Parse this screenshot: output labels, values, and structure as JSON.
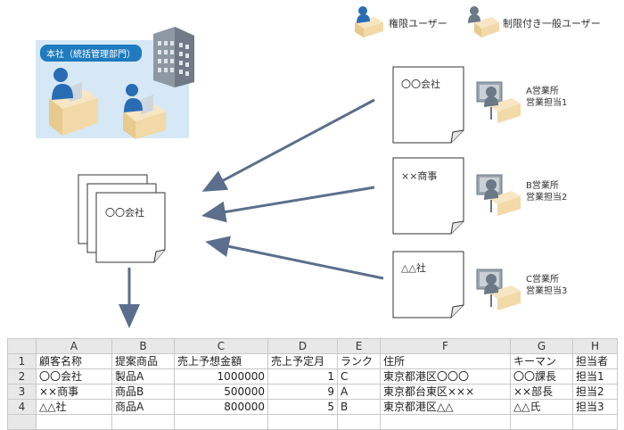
{
  "legend": {
    "privileged_user": "権限ユーザー",
    "restricted_user": "制限付き一般ユーザー"
  },
  "headquarters": {
    "label": "本社（統括管理部門）"
  },
  "consolidated_doc": {
    "text": "〇〇会社"
  },
  "branches": [
    {
      "doc": "〇〇会社",
      "office": "A営業所",
      "person": "営業担当1"
    },
    {
      "doc": "××商事",
      "office": "B営業所",
      "person": "営業担当2"
    },
    {
      "doc": "△△社",
      "office": "C営業所",
      "person": "営業担当3"
    }
  ],
  "spreadsheet": {
    "columns": [
      "A",
      "B",
      "C",
      "D",
      "E",
      "F",
      "G",
      "H"
    ],
    "header_row": {
      "num": "1",
      "cells": [
        "顧客名称",
        "提案商品",
        "売上予想金額",
        "売上予定月",
        "ランク",
        "住所",
        "キーマン",
        "担当者"
      ]
    },
    "rows": [
      {
        "num": "2",
        "cells": [
          "〇〇会社",
          "製品A",
          "1000000",
          "1",
          "C",
          "東京都港区〇〇〇",
          "〇〇課長",
          "担当1"
        ]
      },
      {
        "num": "3",
        "cells": [
          "××商事",
          "商品B",
          "500000",
          "9",
          "A",
          "東京都台東区×××",
          "××部長",
          "担当2"
        ]
      },
      {
        "num": "4",
        "cells": [
          "△△社",
          "商品A",
          "800000",
          "5",
          "B",
          "東京都港区△△",
          "△△氏",
          "担当3"
        ]
      }
    ]
  },
  "colors": {
    "arrow": "#5b6f8c",
    "hq_bg": "#d6e8f5",
    "hq_label_bg": "#1f7bbf",
    "desk": "#f2d9a8",
    "person_blue": "#2a6cb4",
    "person_gray": "#6b7886",
    "header_bg": "#e8e8e8"
  },
  "icons": {
    "privileged_user": "user-at-desk-icon",
    "restricted_user": "restricted-user-icon",
    "building": "building-icon",
    "document": "document-icon",
    "arrow": "arrow-icon"
  }
}
